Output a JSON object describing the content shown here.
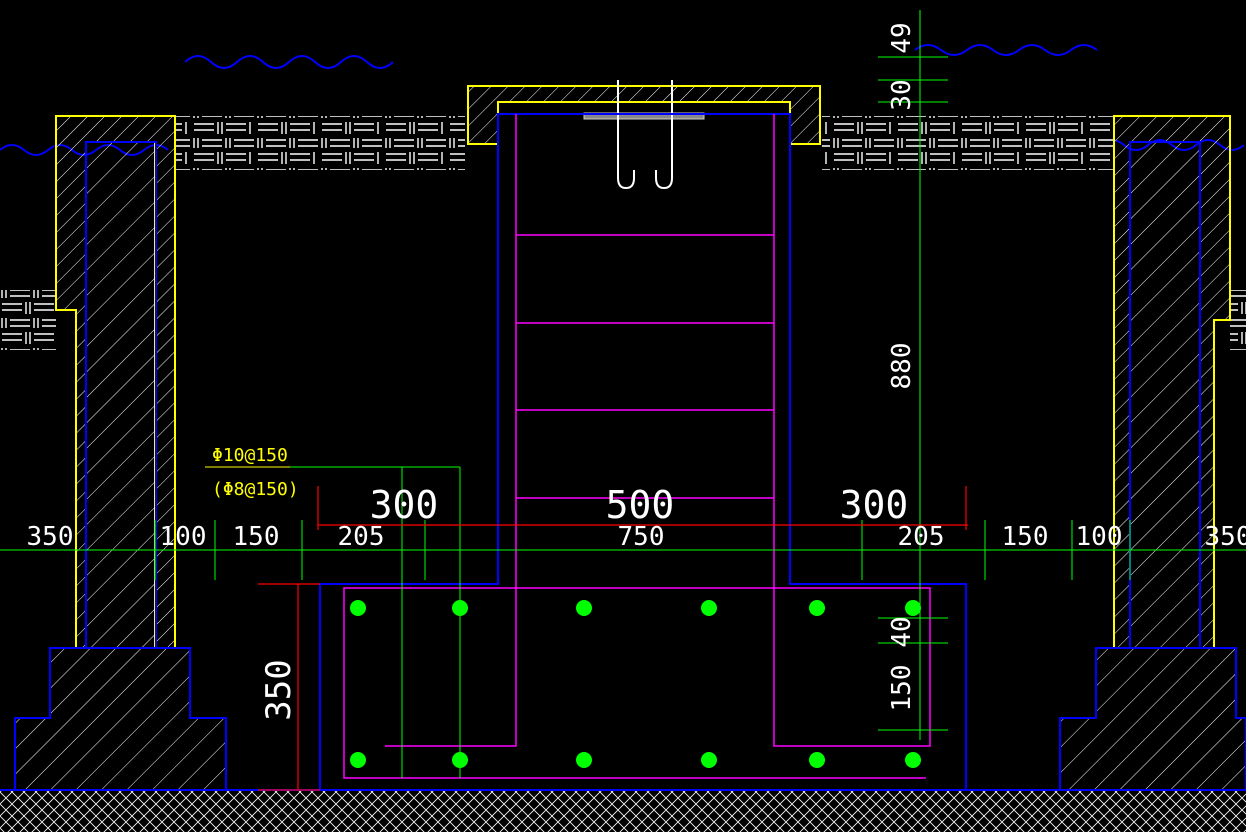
{
  "colors": {
    "background": "#000000",
    "outline": "#0000ff",
    "finish": "#ffff00",
    "rebar": "#ff00ff",
    "bar_dot": "#00ff00",
    "dimline": "#00ff00",
    "dimline_red": "#ff0000",
    "text": "#ffffff",
    "hatch": "#ffffff"
  },
  "rebar_note": {
    "main": "Φ10@150",
    "secondary": "(Φ8@150)"
  },
  "dims_top_row": {
    "left": "300",
    "center": "500",
    "right": "300"
  },
  "dims_mid_row": {
    "l350": "350",
    "l100": "100",
    "l150": "150",
    "l205": "205",
    "c750": "750",
    "r205": "205",
    "r150": "150",
    "r100": "100",
    "r350": "350"
  },
  "dims_vertical": {
    "d49": "49",
    "d30": "30",
    "d880": "880",
    "d40": "40",
    "d150": "150",
    "d350": "350"
  },
  "icons": {
    "water_left": "water-wave-icon",
    "water_right": "water-wave-icon",
    "ladder": "ladder-icon",
    "handle": "lifting-handle-icon",
    "ground": "ground-hatch-icon"
  }
}
